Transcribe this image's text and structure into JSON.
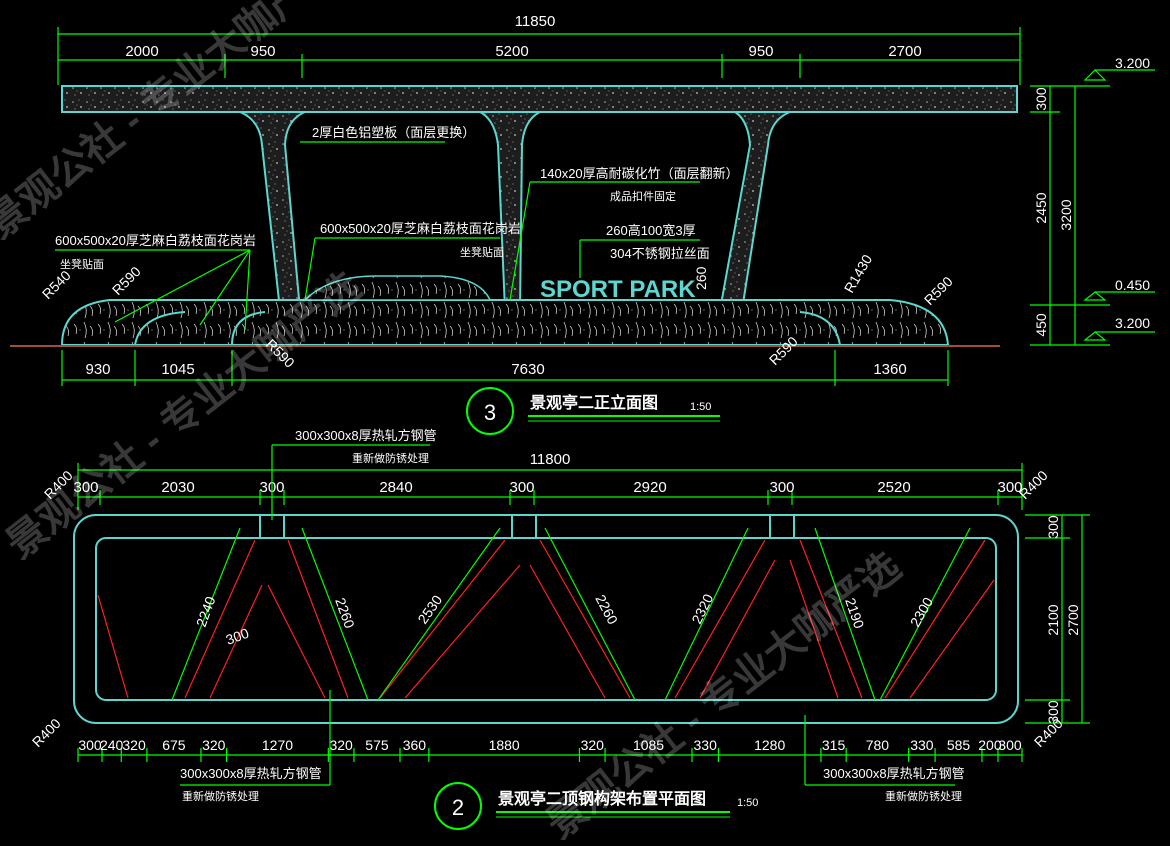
{
  "elevation": {
    "title": "景观亭二正立面图",
    "scale": "1:50",
    "number": "3",
    "top_total": "11850",
    "top_dims": [
      "2000",
      "950",
      "5200",
      "950",
      "2700"
    ],
    "bottom_dims": [
      "930",
      "1045",
      "7630",
      "1360"
    ],
    "right_dims": [
      "300",
      "2450",
      "450"
    ],
    "right_total": "3200",
    "levels": [
      "3.200",
      "0.450",
      "3.200"
    ],
    "radii": [
      "R540",
      "R590",
      "R590",
      "R590",
      "R1430",
      "R590"
    ],
    "notes": {
      "aluminum_board": "2厚白色铝塑板（面层更换）",
      "bamboo": "140x20厚高耐碳化竹（面层翻新）",
      "bamboo_sub": "成品扣件固定",
      "granite_left": "600x500x20厚芝麻白荔枝面花岗岩",
      "granite_left_sub": "坐凳贴面",
      "granite_mid": "600x500x20厚芝麻白荔枝面花岗岩",
      "granite_mid_sub": "坐凳贴面",
      "steel_wire": "260高100宽3厚",
      "steel_wire_sub": "304不锈钢拉丝面",
      "dim_260": "260"
    },
    "sign_text": "SPORT PARK"
  },
  "plan": {
    "title": "景观亭二顶钢构架布置平面图",
    "scale": "1:50",
    "number": "2",
    "top_total": "11800",
    "top_dims": [
      "300",
      "2030",
      "300",
      "2840",
      "300",
      "2920",
      "300",
      "2520",
      "300"
    ],
    "bottom_dims": [
      "300",
      "240",
      "320",
      "675",
      "320",
      "1270",
      "320",
      "575",
      "360",
      "1880",
      "320",
      "1085",
      "330",
      "1280",
      "315",
      "780",
      "330",
      "585",
      "200",
      "300"
    ],
    "right_dims": [
      "300",
      "2100",
      "300"
    ],
    "right_total": "2700",
    "radii": [
      "R400",
      "R400",
      "R400",
      "R400"
    ],
    "diag_dims": [
      "2240",
      "300",
      "2260",
      "2530",
      "2260",
      "2320",
      "2190",
      "2300"
    ],
    "notes": {
      "steel_top": "300x300x8厚热轧方钢管",
      "steel_top_sub": "重新做防锈处理",
      "steel_bl": "300x300x8厚热轧方钢管",
      "steel_bl_sub": "重新做防锈处理",
      "steel_br": "300x300x8厚热轧方钢管",
      "steel_br_sub": "重新做防锈处理"
    }
  },
  "watermarks": [
    "景观公社 - 专业大咖严选",
    "景观公社 - 专业大咖严选",
    "景观公社 - 专业大咖严选"
  ],
  "colors": {
    "dim": "#00ff00",
    "outline": "#5cd6cf",
    "member": "#ff2020",
    "text": "#ffffff"
  }
}
